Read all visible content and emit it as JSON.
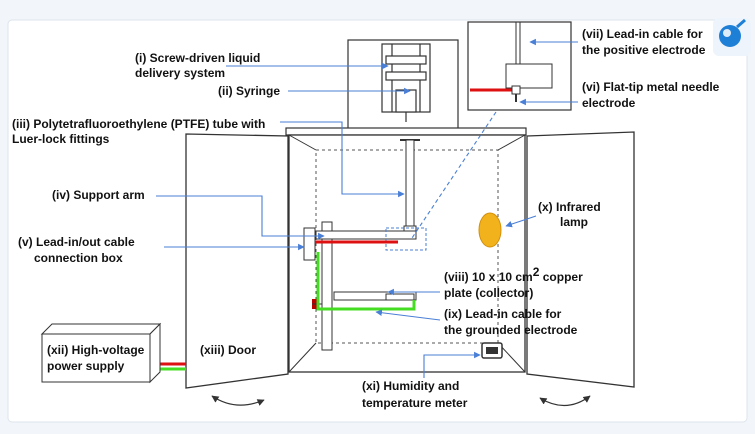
{
  "labels": {
    "i_line1": "(i) Screw-driven liquid",
    "i_line2": "delivery system",
    "ii": "(ii) Syringe",
    "iii_line1": "(iii) Polytetrafluoroethylene (PTFE) tube with",
    "iii_line2": "Luer-lock fittings",
    "iv": "(iv) Support arm",
    "v_line1": "(v) Lead-in/out cable",
    "v_line2": "connection box",
    "vi_line1": "(vi) Flat-tip metal needle",
    "vi_line2": "electrode",
    "vii_line1": "(vii) Lead-in cable for",
    "vii_line2": "the positive electrode",
    "viii_pre": "(viii)  10 x 10 cm",
    "viii_sup": "2",
    "viii_post": " copper",
    "viii_line2": "plate (collector)",
    "ix_line1": "(ix) Lead-in cable for",
    "ix_line2": "the grounded electrode",
    "x_line1": "(x)  Infrared",
    "x_line2": "lamp",
    "xi_line1": "(xi)  Humidity and",
    "xi_line2": "temperature meter",
    "xii_line1": "(xii) High-voltage",
    "xii_line2": "power supply",
    "xiii": "(xiii)  Door"
  },
  "colors": {
    "positive_cable": "#dd1111",
    "ground_cable": "#44dd22",
    "leader": "#4a7fd6",
    "lamp": "#f2b21c",
    "outline": "#333333",
    "corner_badge": "#1e7fd6"
  },
  "icons": {
    "corner_badge": "magnifier-badge-icon",
    "door_swing": "curved-double-arrow-icon"
  }
}
